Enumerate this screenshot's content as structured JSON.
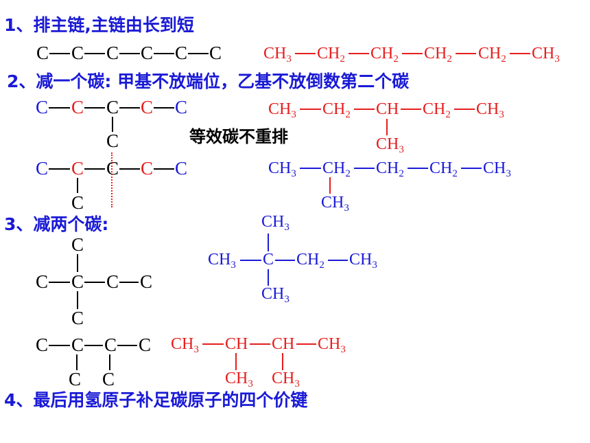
{
  "steps": {
    "s1": "1、排主链,主链由长到短",
    "s2": "2、减一个碳:  甲基不放端位，乙基不放倒数第二个碳",
    "s3": "3、减两个碳:",
    "s4": "4、最后用氢原子补足碳原子的四个价键"
  },
  "note": "等效碳不重排",
  "atoms": {
    "c": "C",
    "ch": "CH",
    "ch3_main": "CH",
    "sub2": "2",
    "sub3": "3"
  }
}
